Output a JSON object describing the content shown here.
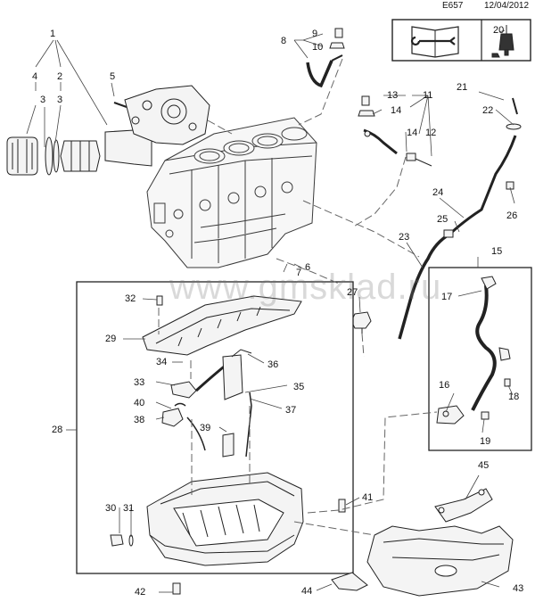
{
  "header": {
    "code": "E657",
    "date": "12/04/2012"
  },
  "watermark": "www.gmsklad.ru",
  "colors": {
    "ink": "#222222",
    "leader": "#555555",
    "dash": "#666666",
    "part_fill": "#f4f4f4"
  },
  "icons": [
    "manual-book-wrench-icon",
    "sealant-tube-icon"
  ],
  "callouts": {
    "n1": "1",
    "n2": "2",
    "n3a": "3",
    "n3b": "3",
    "n4": "4",
    "n5": "5",
    "n6": "6",
    "n7": "7",
    "n8": "8",
    "n9": "9",
    "n10": "10",
    "n11": "11",
    "n12": "12",
    "n13": "13",
    "n14a": "14",
    "n14b": "14",
    "n15": "15",
    "n16": "16",
    "n17": "17",
    "n18": "18",
    "n19": "19",
    "n20": "20",
    "n21": "21",
    "n22": "22",
    "n23": "23",
    "n24": "24",
    "n25": "25",
    "n26": "26",
    "n27": "27",
    "n28": "28",
    "n29": "29",
    "n30": "30",
    "n31": "31",
    "n32": "32",
    "n33": "33",
    "n34": "34",
    "n35": "35",
    "n36": "36",
    "n37": "37",
    "n38": "38",
    "n39": "39",
    "n40": "40",
    "n41": "41",
    "n42": "42",
    "n43": "43",
    "n44": "44",
    "n45": "45"
  }
}
